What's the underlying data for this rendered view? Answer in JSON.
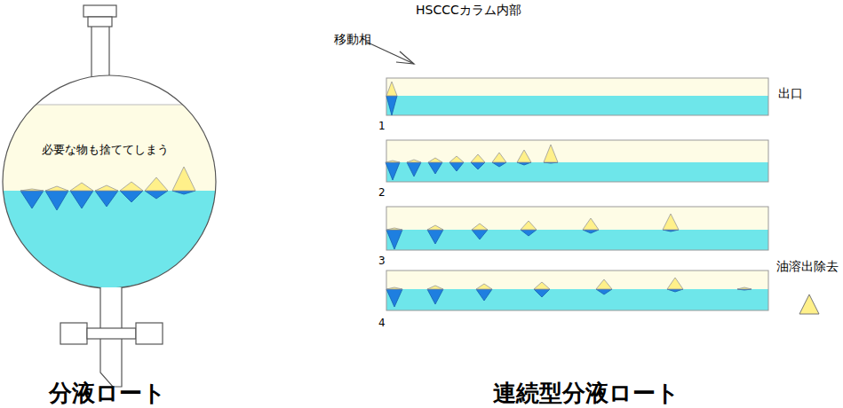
{
  "diagram": {
    "nodes": [
      {
        "text": [
          "必要な物も捨ててしまう"
        ]
      }
    ],
    "labels": [
      "HSCCCカラム内部",
      "移動相",
      "出口",
      "1",
      "2",
      "3",
      "4",
      "油溶出除去",
      "分液ロート",
      "連続型分液ロート"
    ]
  }
}
